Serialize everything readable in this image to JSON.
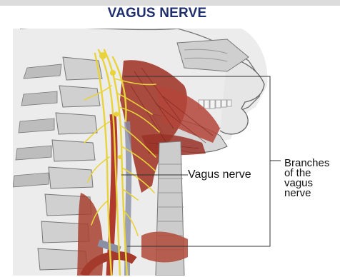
{
  "header": {
    "title": "VAGUS NERVE"
  },
  "labels": {
    "vagus_nerve": "Vagus nerve",
    "branches_line1": "Branches",
    "branches_line2": "of the",
    "branches_line3": "vagus",
    "branches_line4": "nerve"
  },
  "colors": {
    "title": "#1f2f6e",
    "nerve": "#e8d33a",
    "muscle": "#a33a2c",
    "bone": "#d9d9d9"
  }
}
